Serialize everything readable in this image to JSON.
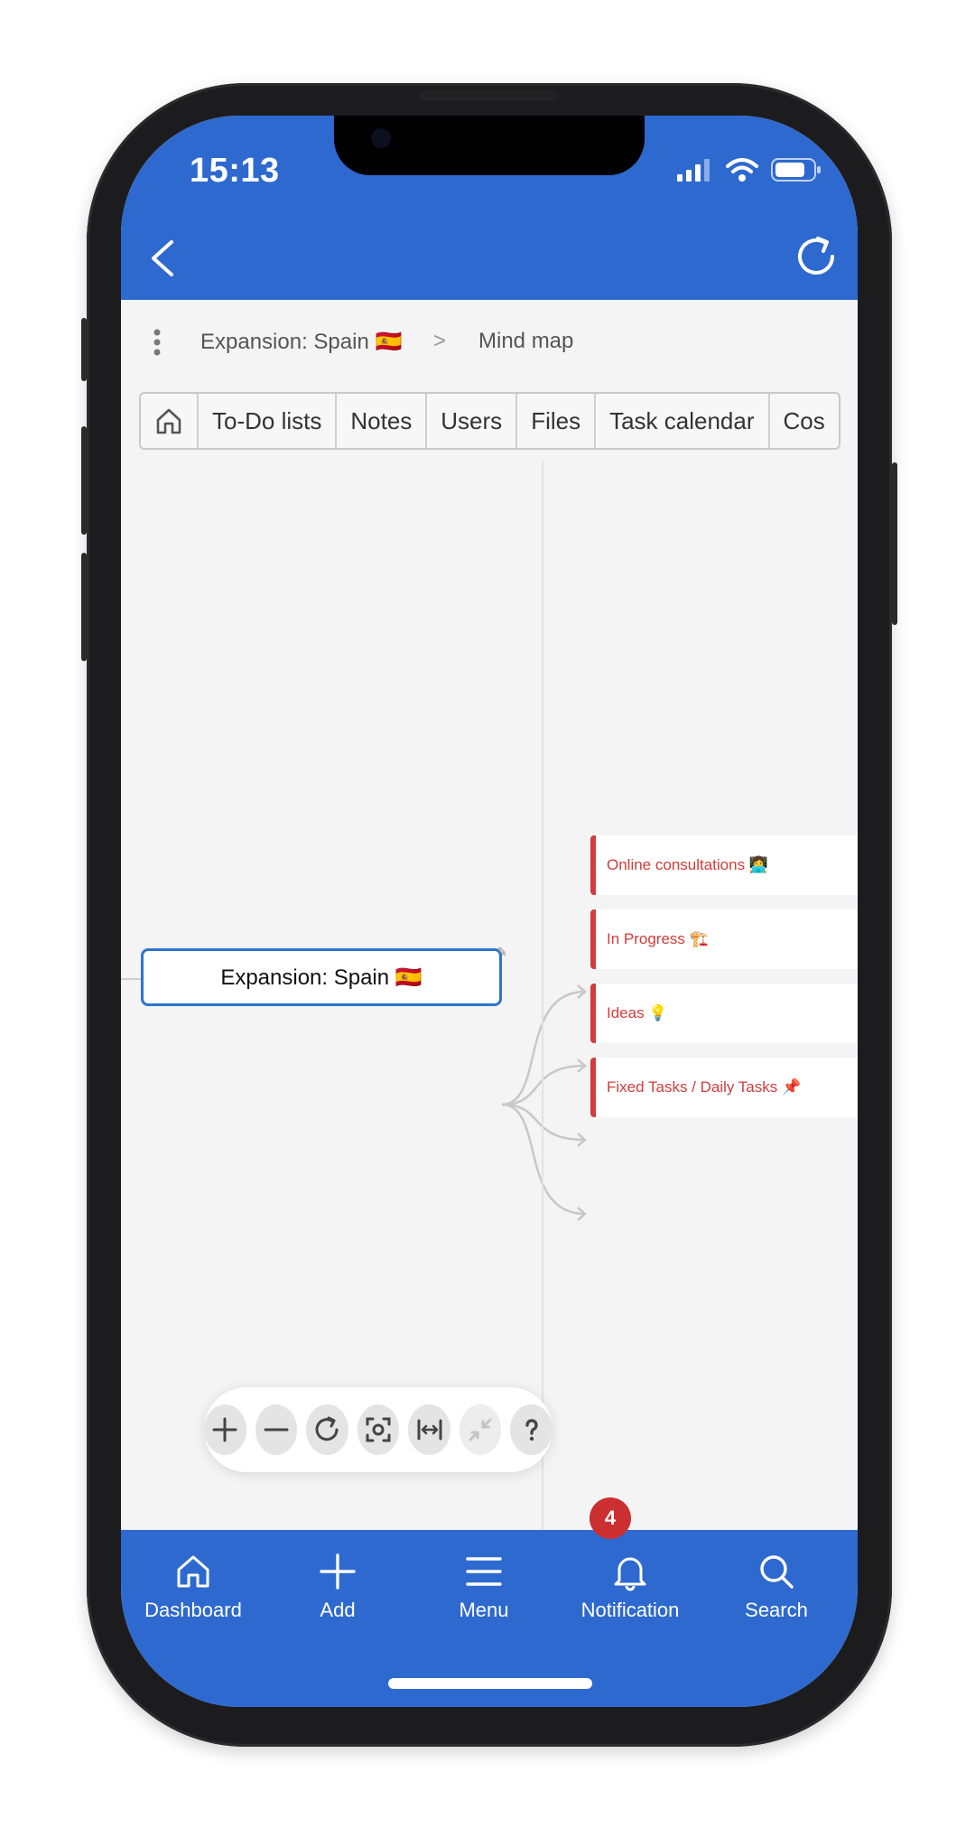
{
  "status_bar": {
    "time": "15:13"
  },
  "breadcrumb": {
    "project": "Expansion: Spain 🇪🇸",
    "current": "Mind map",
    "separator": ">"
  },
  "tabs": [
    "To-Do lists",
    "Notes",
    "Users",
    "Files",
    "Task calendar",
    "Cos"
  ],
  "mindmap": {
    "root": "Expansion: Spain 🇪🇸",
    "children": [
      "Online consultations 👩‍💻",
      "In Progress 🏗️",
      "Ideas 💡",
      "Fixed Tasks / Daily Tasks 📌"
    ],
    "child_color": "#d23c3c",
    "root_border_color": "#2e74cf"
  },
  "toolbar": [
    "zoom-in",
    "zoom-out",
    "reset",
    "center",
    "fit-width",
    "collapse",
    "help"
  ],
  "bottom_nav": {
    "dashboard": "Dashboard",
    "add": "Add",
    "menu": "Menu",
    "notification": "Notification",
    "search": "Search",
    "notification_count": "4"
  },
  "colors": {
    "primary": "#2e69cf",
    "badge": "#cc2f2f"
  }
}
